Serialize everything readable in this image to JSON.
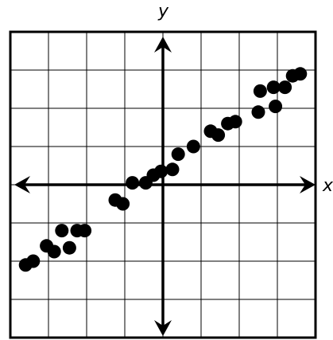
{
  "chart_data": {
    "type": "scatter",
    "title": "",
    "xlabel": "x",
    "ylabel": "y",
    "xlim": [
      -4,
      4
    ],
    "ylim": [
      -4,
      4
    ],
    "grid": true,
    "axis_ticks_labeled": false,
    "series": [
      {
        "points": [
          {
            "x": -3.6,
            "y": -2.1
          },
          {
            "x": -3.4,
            "y": -2.0
          },
          {
            "x": -3.05,
            "y": -1.6
          },
          {
            "x": -2.85,
            "y": -1.75
          },
          {
            "x": -2.65,
            "y": -1.2
          },
          {
            "x": -2.45,
            "y": -1.65
          },
          {
            "x": -2.25,
            "y": -1.2
          },
          {
            "x": -2.05,
            "y": -1.2
          },
          {
            "x": -1.25,
            "y": -0.4
          },
          {
            "x": -1.05,
            "y": -0.5
          },
          {
            "x": -0.8,
            "y": 0.05
          },
          {
            "x": -0.45,
            "y": 0.05
          },
          {
            "x": -0.25,
            "y": 0.25
          },
          {
            "x": -0.05,
            "y": 0.35
          },
          {
            "x": 0.25,
            "y": 0.4
          },
          {
            "x": 0.4,
            "y": 0.8
          },
          {
            "x": 0.8,
            "y": 1.0
          },
          {
            "x": 1.25,
            "y": 1.4
          },
          {
            "x": 1.45,
            "y": 1.3
          },
          {
            "x": 1.7,
            "y": 1.6
          },
          {
            "x": 1.9,
            "y": 1.65
          },
          {
            "x": 2.5,
            "y": 1.9
          },
          {
            "x": 2.55,
            "y": 2.45
          },
          {
            "x": 2.95,
            "y": 2.05
          },
          {
            "x": 2.9,
            "y": 2.55
          },
          {
            "x": 3.2,
            "y": 2.55
          },
          {
            "x": 3.4,
            "y": 2.85
          },
          {
            "x": 3.6,
            "y": 2.9
          }
        ]
      }
    ]
  }
}
